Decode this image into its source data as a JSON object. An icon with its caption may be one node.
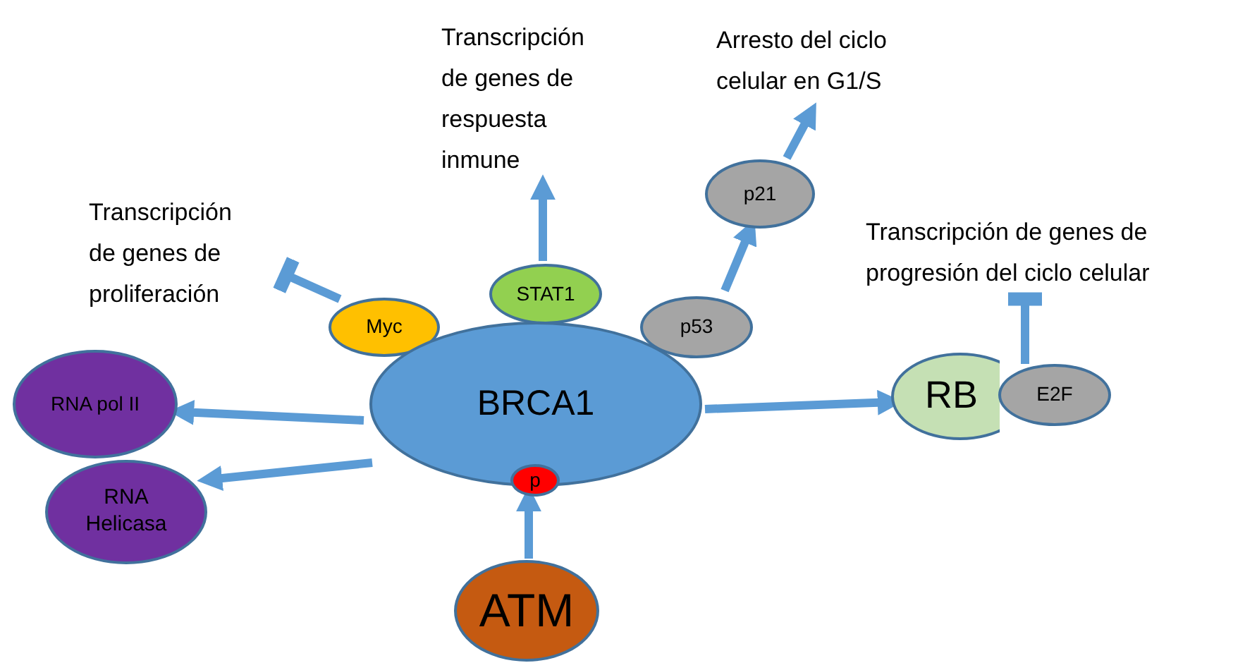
{
  "diagram": {
    "nodes": [
      {
        "text": [
          "Transcripción de genes de respuesta inmune"
        ]
      },
      {
        "text": [
          "Arresto del ciclo celular en G1/S"
        ]
      },
      {
        "text": [
          "Transcripción de genes de proliferación"
        ]
      },
      {
        "text": [
          "Transcripción de genes de progresión del ciclo celular"
        ]
      },
      {
        "text": [
          "p21"
        ]
      },
      {
        "text": [
          "STAT1"
        ]
      },
      {
        "text": [
          "Myc"
        ]
      },
      {
        "text": [
          "p53"
        ]
      },
      {
        "text": [
          "BRCA1"
        ]
      },
      {
        "text": [
          "RB"
        ]
      },
      {
        "text": [
          "E2F"
        ]
      },
      {
        "text": [
          "RNA pol II"
        ]
      },
      {
        "text": [
          "RNA Helicasa"
        ]
      },
      {
        "text": [
          "p"
        ]
      },
      {
        "text": [
          "ATM"
        ]
      }
    ],
    "edges": [
      {
        "from": 5,
        "to": 0,
        "arrow": "to"
      },
      {
        "from": 4,
        "to": 1,
        "arrow": "to"
      },
      {
        "from": 7,
        "to": 4,
        "arrow": "to"
      },
      {
        "from": 6,
        "to": 2,
        "arrow": "other"
      },
      {
        "from": 10,
        "to": 3,
        "arrow": "other"
      },
      {
        "from": 8,
        "to": 9,
        "arrow": "to"
      },
      {
        "from": 8,
        "to": 11,
        "arrow": "to"
      },
      {
        "from": 8,
        "to": 12,
        "arrow": "to"
      },
      {
        "from": 14,
        "to": 13,
        "arrow": "to"
      }
    ]
  }
}
